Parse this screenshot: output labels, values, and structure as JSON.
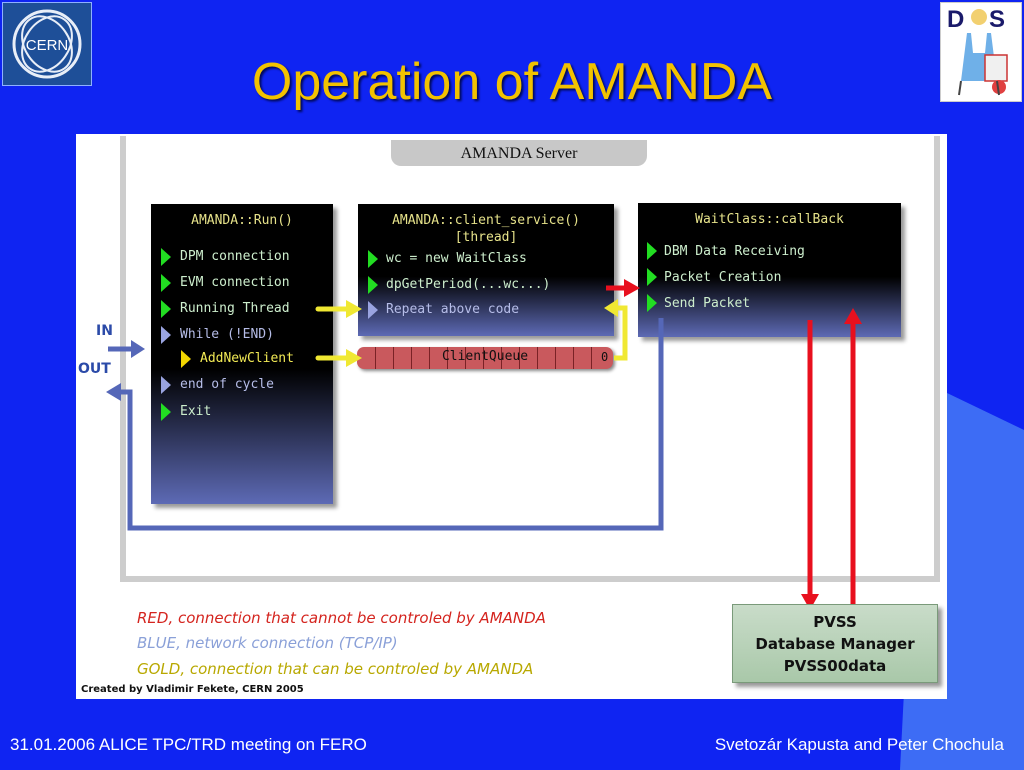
{
  "title": "Operation of AMANDA",
  "server_label": "AMANDA  Server",
  "run_box": {
    "title": "AMANDA::Run()",
    "items": [
      {
        "label": "DPM connection",
        "style": "green"
      },
      {
        "label": "EVM connection",
        "style": "green"
      },
      {
        "label": "Running Thread",
        "style": "green"
      },
      {
        "label": "While (!END)",
        "style": "dim"
      },
      {
        "label": "AddNewClient",
        "style": "gold"
      },
      {
        "label": "end of cycle",
        "style": "dim"
      },
      {
        "label": "Exit",
        "style": "green"
      }
    ]
  },
  "client_box": {
    "title_line1": "AMANDA::client_service()",
    "title_line2": "[thread]",
    "items": [
      {
        "label": "wc = new WaitClass",
        "style": "green"
      },
      {
        "label": "dpGetPeriod(...wc...)",
        "style": "green"
      },
      {
        "label": "Repeat above code",
        "style": "dim"
      }
    ]
  },
  "wait_box": {
    "title": "WaitClass::callBack",
    "items": [
      {
        "label": "DBM Data Receiving",
        "style": "green"
      },
      {
        "label": "Packet Creation",
        "style": "green"
      },
      {
        "label": "Send Packet",
        "style": "green"
      }
    ]
  },
  "queue": {
    "label": "ClientQueue",
    "index": "0"
  },
  "io": {
    "in_label": "IN",
    "out_label": "OUT"
  },
  "pvss": {
    "line1": "PVSS",
    "line2": "Database Manager",
    "line3": "PVSS00data"
  },
  "legend": {
    "red_key": "RED,",
    "red_text": " connection that cannot be controled by AMANDA",
    "blue_key": "BLUE,",
    "blue_text": " network connection (TCP/IP)",
    "gold_key": "GOLD,",
    "gold_text": " connection that can be controled by AMANDA"
  },
  "credits": "Created by Vladimir Fekete, CERN 2005",
  "footer": {
    "left": "31.01.2006 ALICE TPC/TRD meeting on FERO",
    "right": "Svetozár Kapusta and Peter Chochula"
  },
  "colors": {
    "background": "#0f24f2",
    "title": "#f2c200",
    "red_connection": "#e8101e",
    "blue_connection": "#5567b8",
    "gold_connection": "#f0e832",
    "marker_green": "#22dd22",
    "marker_dim": "#9aa4e0",
    "marker_gold": "#f2d600"
  },
  "logos": {
    "left": "cern-logo",
    "right": "dcs-logo"
  }
}
